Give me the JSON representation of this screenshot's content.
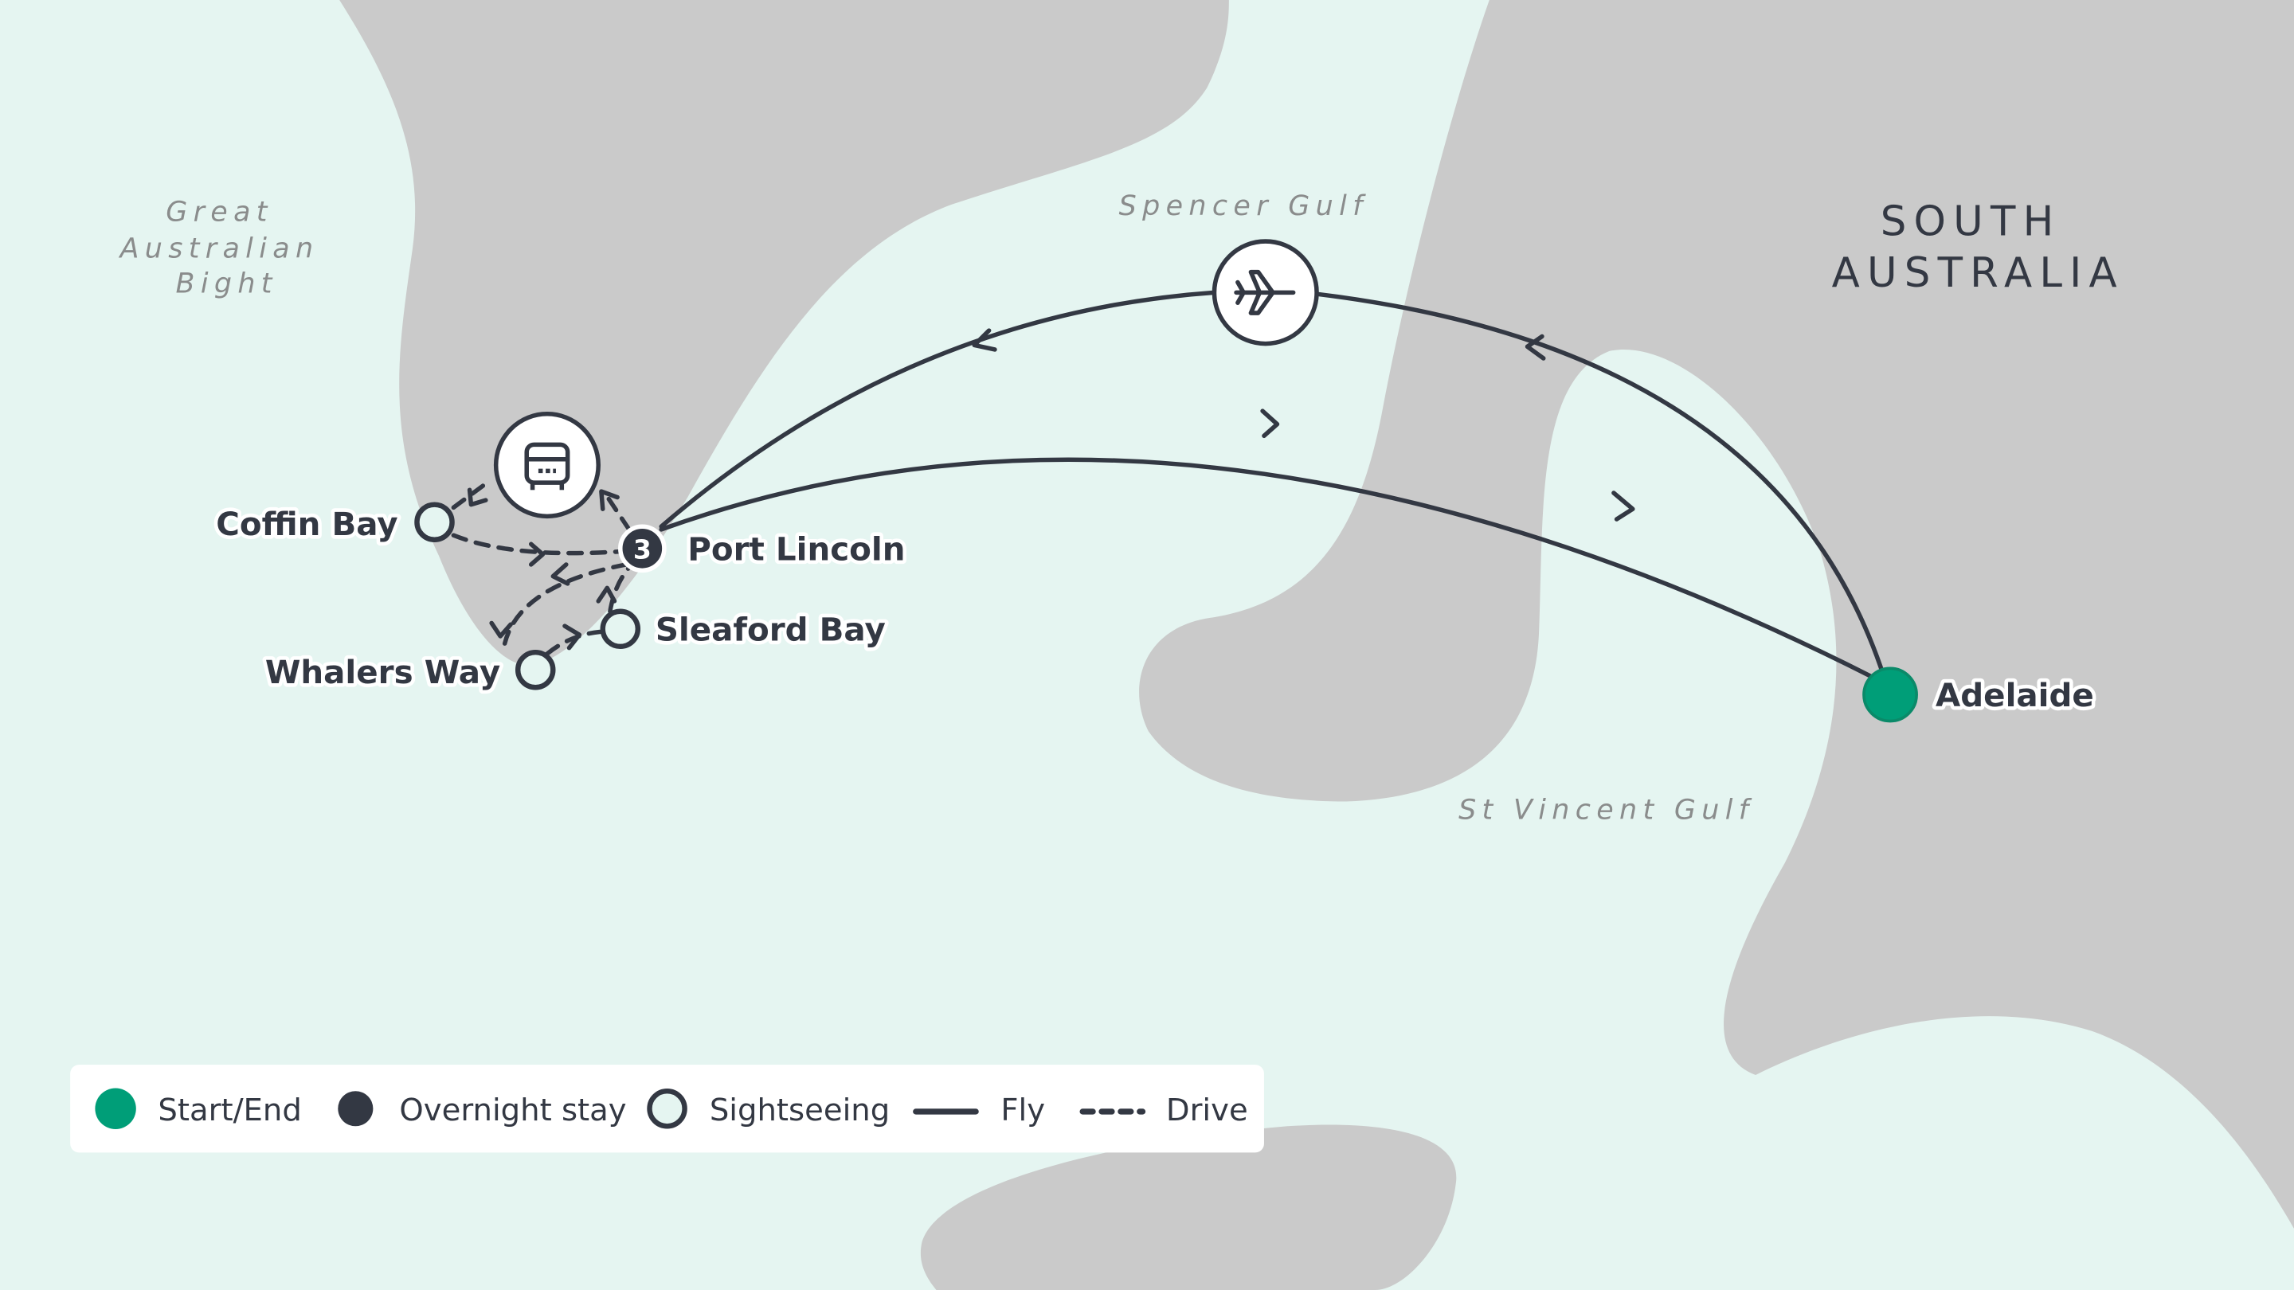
{
  "regions": {
    "state_line1": "SOUTH",
    "state_line2": "AUSTRALIA"
  },
  "water": {
    "bight": [
      "Great",
      "Australian",
      "Bight"
    ],
    "spencer": "Spencer Gulf",
    "st_vincent": "St Vincent Gulf"
  },
  "places": {
    "adelaide": "Adelaide",
    "port_lincoln": "Port Lincoln",
    "port_lincoln_nights": "3",
    "coffin_bay": "Coffin Bay",
    "sleaford_bay": "Sleaford Bay",
    "whalers_way": "Whalers Way"
  },
  "icons": {
    "fly": "plane-icon",
    "drive": "car-icon"
  },
  "legend": {
    "start_end": "Start/End",
    "overnight": "Overnight stay",
    "sightseeing": "Sightseeing",
    "fly": "Fly",
    "drive": "Drive"
  },
  "colors": {
    "start": "#009e78",
    "overnight": "#333843",
    "water": "#e5f5f1",
    "land": "#cacaca"
  }
}
